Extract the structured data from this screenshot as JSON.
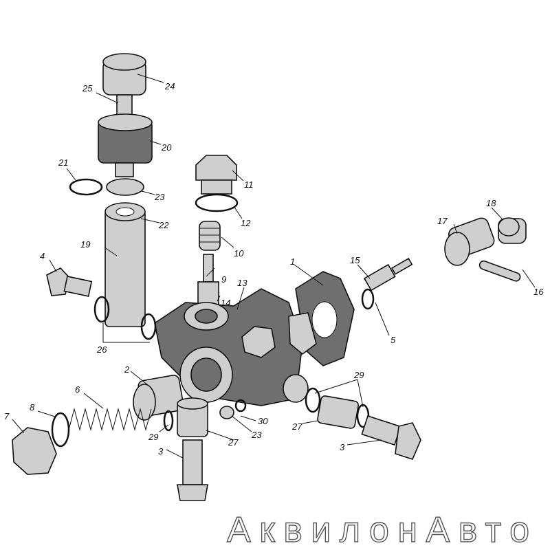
{
  "diagram": {
    "labels": [
      "24",
      "25",
      "20",
      "21",
      "23",
      "11",
      "12",
      "22",
      "10",
      "19",
      "4",
      "1",
      "15",
      "9",
      "13",
      "14",
      "17",
      "18",
      "16",
      "5",
      "26",
      "2",
      "6",
      "8",
      "7",
      "29",
      "29",
      "30",
      "23",
      "27",
      "27",
      "3",
      "3"
    ],
    "watermark": "АквилонАвто"
  }
}
